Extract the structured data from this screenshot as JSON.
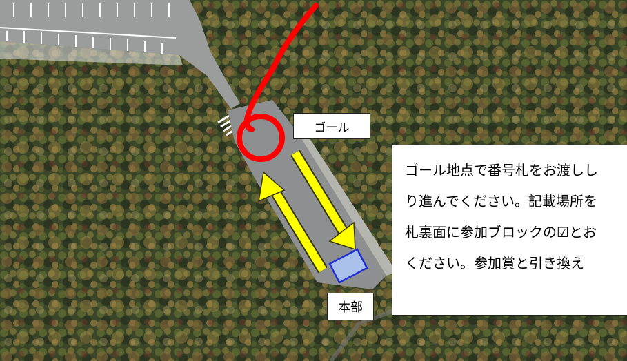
{
  "map": {
    "goal_label": "ゴール",
    "hq_label": "本部",
    "note_lines": [
      "ゴール地点で番号札をお渡しし",
      "り進んでください。記載場所を",
      "札裏面に参加ブロックの☑とお",
      "ください。参加賞と引き換え"
    ],
    "colors": {
      "route": "#ff0000",
      "direction_arrows": "#ffff00",
      "hq_marker_fill": "#a9c1ea",
      "hq_marker_border": "#1f2fd6",
      "road": "#8d8f91",
      "forest": "#3f4a2c"
    }
  }
}
